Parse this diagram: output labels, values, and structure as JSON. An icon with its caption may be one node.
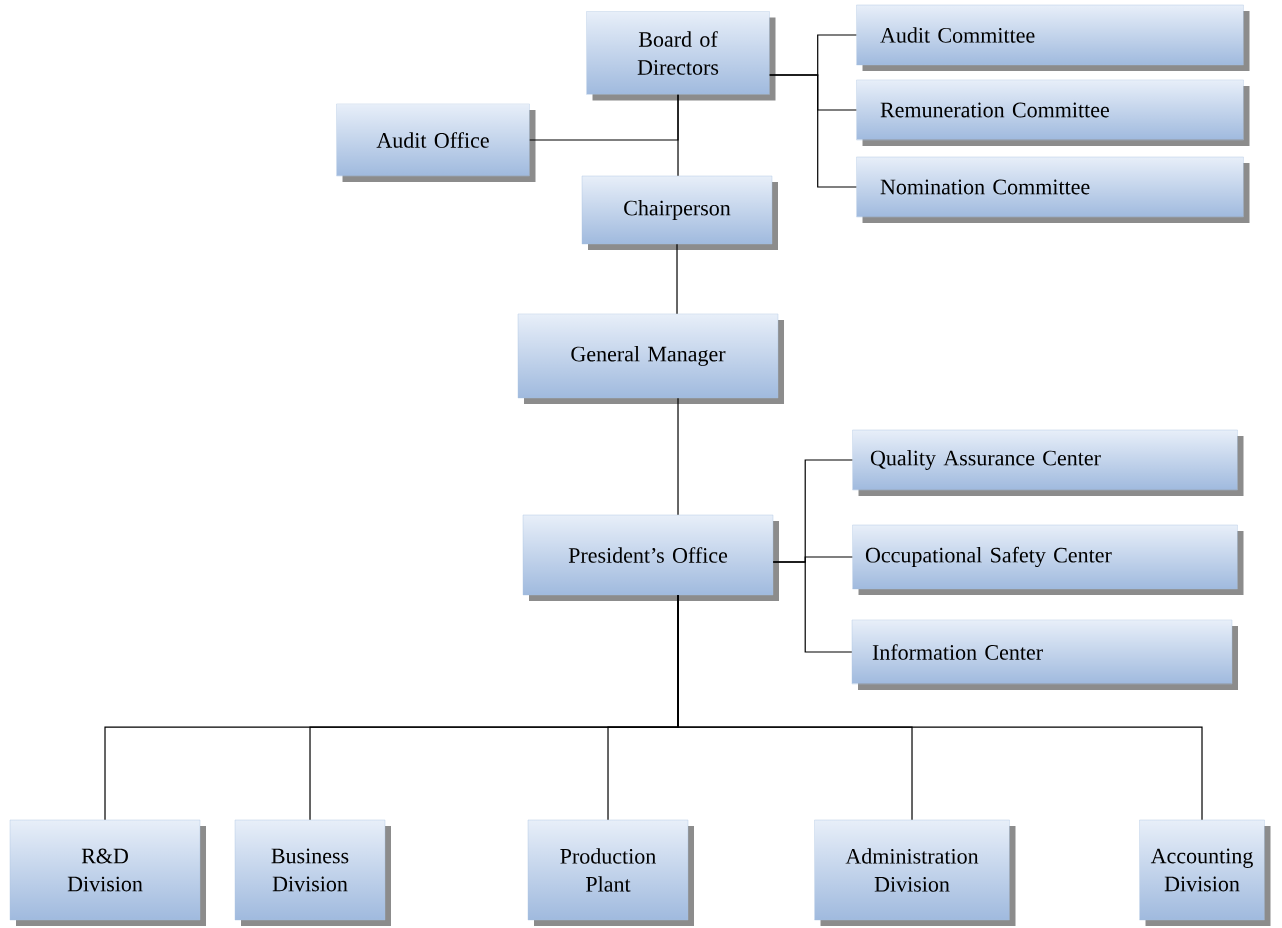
{
  "diagram": {
    "nodes": [
      {
        "text": [
          "Board of Directors"
        ]
      },
      {
        "text": [
          "Audit Committee"
        ]
      },
      {
        "text": [
          "Remuneration Committee"
        ]
      },
      {
        "text": [
          "Nomination Committee"
        ]
      },
      {
        "text": [
          "Audit Office"
        ]
      },
      {
        "text": [
          "Chairperson"
        ]
      },
      {
        "text": [
          "General Manager"
        ]
      },
      {
        "text": [
          "President’s Office"
        ]
      },
      {
        "text": [
          "Quality Assurance Center"
        ]
      },
      {
        "text": [
          "Occupational Safety Center"
        ]
      },
      {
        "text": [
          "Information Center"
        ]
      },
      {
        "text": [
          "R&D Division"
        ]
      },
      {
        "text": [
          "Business Division"
        ]
      },
      {
        "text": [
          "Production Plant"
        ]
      },
      {
        "text": [
          "Administration Division"
        ]
      },
      {
        "text": [
          "Accounting Division"
        ]
      }
    ],
    "edges": [
      {
        "from": 0,
        "to": 1,
        "arrow": "none"
      },
      {
        "from": 0,
        "to": 2,
        "arrow": "none"
      },
      {
        "from": 0,
        "to": 3,
        "arrow": "none"
      },
      {
        "from": 0,
        "to": 4,
        "arrow": "none"
      },
      {
        "from": 0,
        "to": 5,
        "arrow": "none"
      },
      {
        "from": 5,
        "to": 6,
        "arrow": "none"
      },
      {
        "from": 6,
        "to": 7,
        "arrow": "none"
      },
      {
        "from": 7,
        "to": 8,
        "arrow": "none"
      },
      {
        "from": 7,
        "to": 9,
        "arrow": "none"
      },
      {
        "from": 7,
        "to": 10,
        "arrow": "none"
      },
      {
        "from": 7,
        "to": 11,
        "arrow": "none"
      },
      {
        "from": 7,
        "to": 12,
        "arrow": "none"
      },
      {
        "from": 7,
        "to": 13,
        "arrow": "none"
      },
      {
        "from": 7,
        "to": 14,
        "arrow": "none"
      },
      {
        "from": 7,
        "to": 15,
        "arrow": "none"
      }
    ]
  }
}
